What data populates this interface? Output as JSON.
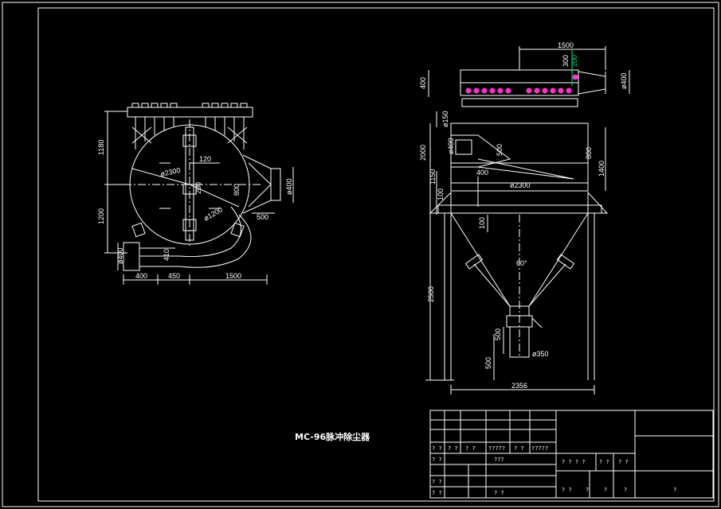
{
  "drawing": {
    "title": "MC-96脉冲除尘器"
  },
  "plan_view": {
    "dims": {
      "h_top": "1180",
      "h_bottom": "1200",
      "d_body": "ø2300",
      "d_inner": "ø1200",
      "w_120": "120",
      "h_200": "200",
      "h_800": "800",
      "d_inlet": "ø400",
      "w_500": "500",
      "d_outlet": "ø400",
      "w_400": "400",
      "w_450": "450",
      "w_1500": "1500",
      "h_410": "410"
    }
  },
  "elevation_view": {
    "dims": {
      "w_1500": "1500",
      "h_300": "300",
      "h_200": "200",
      "h_400": "400",
      "d_400_top": "ø400",
      "d_150": "ø150",
      "h_2000": "2000",
      "d_400_mid": "ø400",
      "h_500": "500",
      "w_400": "400",
      "h_800": "800",
      "h_1400": "1400",
      "h_1150": "1150",
      "h_100": "100",
      "d_2300": "ø2300",
      "h_100b": "100",
      "angle_60": "60°",
      "h_2500": "2500",
      "h_500b": "500",
      "d_350": "ø350",
      "h_500c": "500",
      "w_2356": "2356"
    }
  },
  "title_block": {
    "row1": [
      "? ?",
      "? ?",
      "? ?",
      "?????",
      "? ?",
      "?????"
    ],
    "row2": [
      "? ?",
      "???"
    ],
    "row3": [
      "? ? ? ?",
      "? ?",
      "? ?"
    ],
    "row4": [
      "? ?"
    ],
    "row5": [
      "? ?",
      "? ?",
      "? ?",
      "?",
      "?",
      "?",
      "?"
    ]
  },
  "colors": {
    "line": "#ffffff",
    "accent_magenta": "#ff33cc",
    "accent_green": "#00e676",
    "background": "#000000"
  }
}
